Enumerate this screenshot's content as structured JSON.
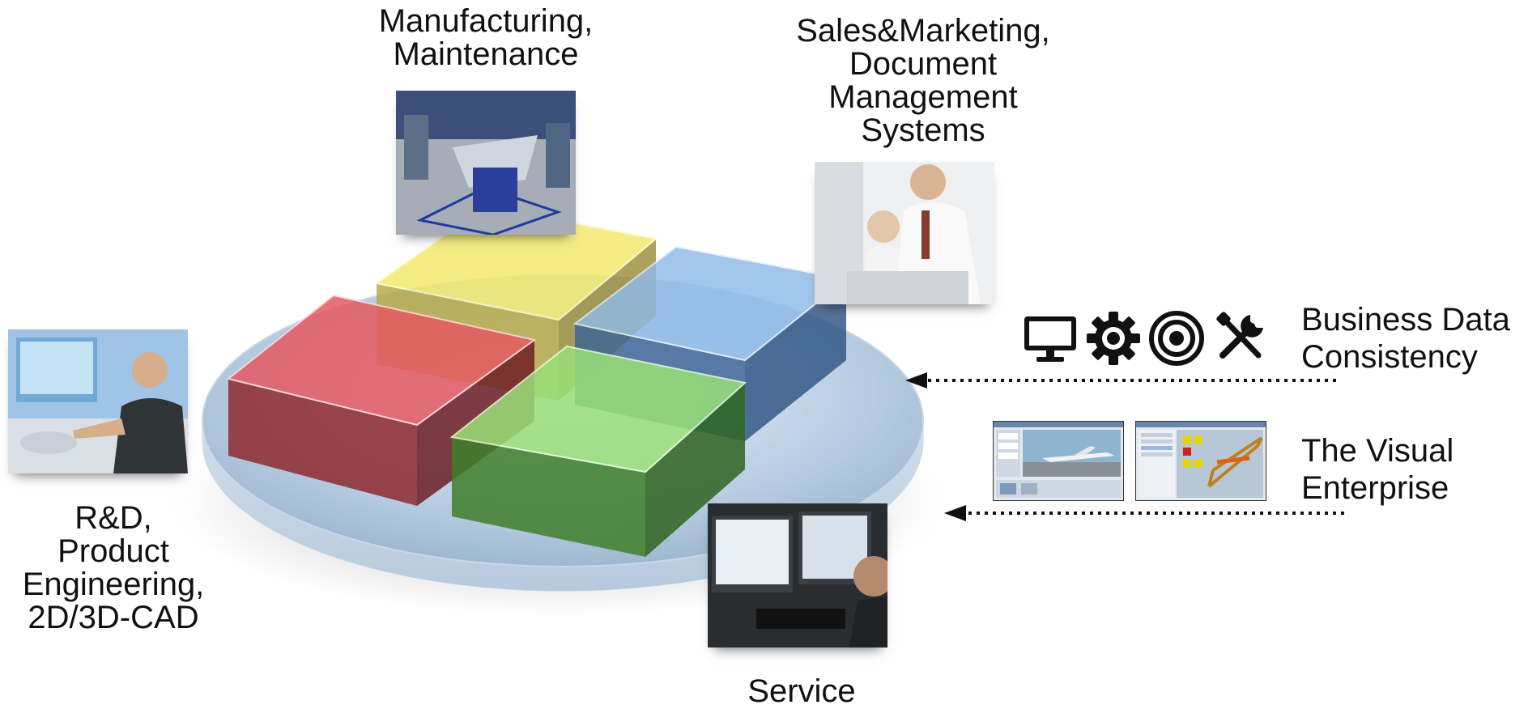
{
  "labels": {
    "manufacturing": "Manufacturing,\nMaintenance",
    "sales": "Sales&Marketing,\nDocument\nManagement\nSystems",
    "rnd": "R&D,\nProduct\nEngineering,\n2D/3D-CAD",
    "service": "Service",
    "business": "Business Data\nConsistency",
    "visual": "The Visual\nEnterprise"
  },
  "blocks": [
    {
      "name": "yellow",
      "color": "#f0e44a"
    },
    {
      "name": "blue",
      "color": "#6ea2dd"
    },
    {
      "name": "red",
      "color": "#de4c53"
    },
    {
      "name": "green",
      "color": "#7ed25b"
    }
  ],
  "icons": [
    "monitor-icon",
    "gear-icon",
    "target-icon",
    "tools-icon"
  ],
  "colors": {
    "platter": "#b9cde0",
    "platter_edge": "#dbe6f0",
    "arrow": "#111111"
  }
}
